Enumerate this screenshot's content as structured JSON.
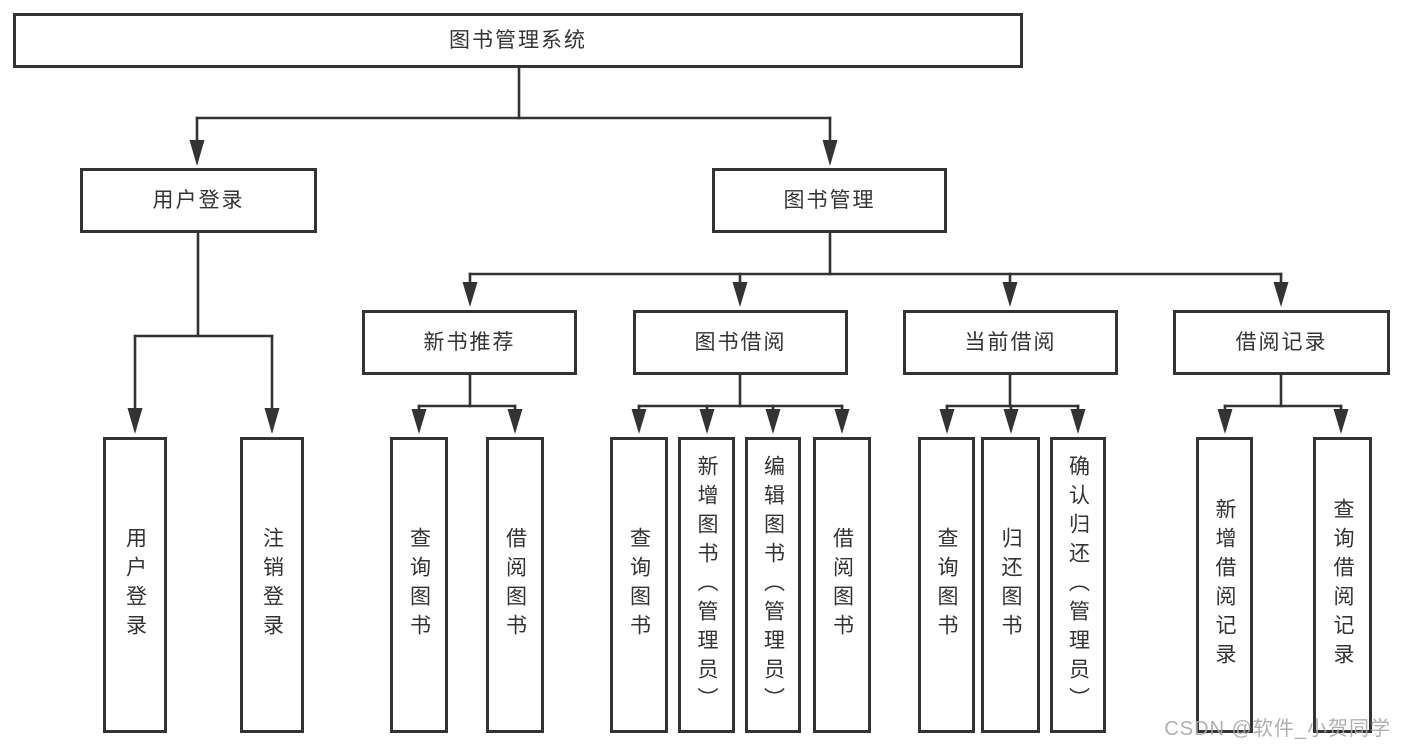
{
  "diagram": {
    "type": "tree",
    "title": "图书管理系统",
    "colors": {
      "line": "#333333",
      "text": "#333333",
      "box_background": "#ffffff",
      "watermark": "#a8a8a8"
    },
    "nodes": {
      "root": {
        "label": "图书管理系统"
      },
      "level2": [
        {
          "label": "用户登录"
        },
        {
          "label": "图书管理"
        }
      ],
      "level3": [
        {
          "label": "新书推荐",
          "parent": "图书管理"
        },
        {
          "label": "图书借阅",
          "parent": "图书管理"
        },
        {
          "label": "当前借阅",
          "parent": "图书管理"
        },
        {
          "label": "借阅记录",
          "parent": "图书管理"
        }
      ],
      "leaves": [
        {
          "label": "用户登录",
          "parent": "用户登录"
        },
        {
          "label": "注销登录",
          "parent": "用户登录"
        },
        {
          "label": "查询图书",
          "parent": "新书推荐"
        },
        {
          "label": "借阅图书",
          "parent": "新书推荐"
        },
        {
          "label": "查询图书",
          "parent": "图书借阅"
        },
        {
          "label": "新增图书（管理员）",
          "parent": "图书借阅"
        },
        {
          "label": "编辑图书（管理员）",
          "parent": "图书借阅"
        },
        {
          "label": "借阅图书",
          "parent": "图书借阅"
        },
        {
          "label": "查询图书",
          "parent": "当前借阅"
        },
        {
          "label": "归还图书",
          "parent": "当前借阅"
        },
        {
          "label": "确认归还（管理员）",
          "parent": "当前借阅"
        },
        {
          "label": "新增借阅记录",
          "parent": "借阅记录"
        },
        {
          "label": "查询借阅记录",
          "parent": "借阅记录"
        }
      ]
    },
    "watermark": "CSDN @软件_小贺同学"
  }
}
